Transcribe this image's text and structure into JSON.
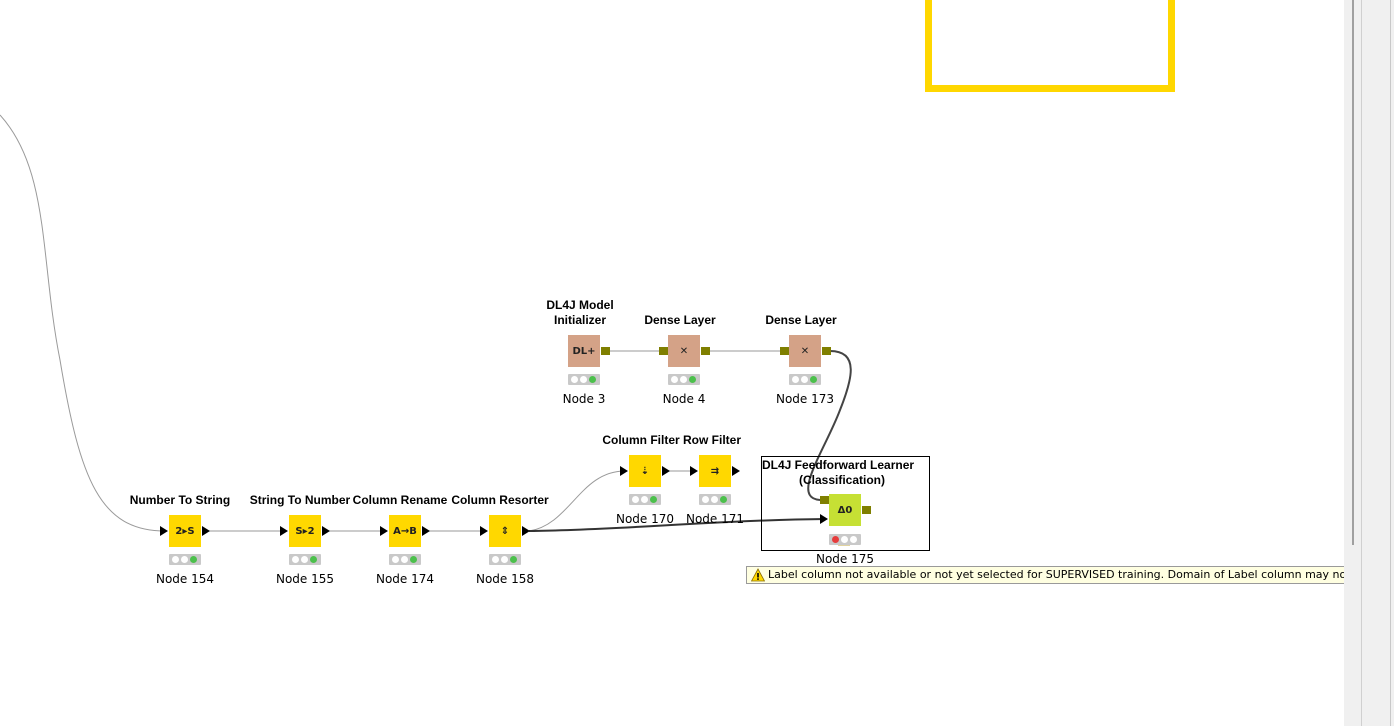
{
  "workflow": {
    "nodes": [
      {
        "id": "n154",
        "title": "Number To String",
        "label": "Node 154",
        "icon": "2▸S",
        "type": "manipulator",
        "status": [
          "idle",
          "idle",
          "executed"
        ]
      },
      {
        "id": "n155",
        "title": "String To Number",
        "label": "Node 155",
        "icon": "S▸2",
        "type": "manipulator",
        "status": [
          "idle",
          "idle",
          "executed"
        ]
      },
      {
        "id": "n174",
        "title": "Column Rename",
        "label": "Node 174",
        "icon": "A→B",
        "type": "manipulator",
        "status": [
          "idle",
          "idle",
          "executed"
        ]
      },
      {
        "id": "n158",
        "title": "Column Resorter",
        "label": "Node 158",
        "icon": "⇕",
        "type": "manipulator",
        "status": [
          "idle",
          "idle",
          "executed"
        ]
      },
      {
        "id": "n170",
        "title": "Column Filter",
        "label": "Node 170",
        "icon": "⇣",
        "type": "manipulator",
        "status": [
          "idle",
          "idle",
          "executed"
        ]
      },
      {
        "id": "n171",
        "title": "Row Filter",
        "label": "Node 171",
        "icon": "⇉",
        "type": "manipulator",
        "status": [
          "idle",
          "idle",
          "executed"
        ]
      },
      {
        "id": "n3",
        "title_line1": "DL4J Model",
        "title_line2": "Initializer",
        "label": "Node 3",
        "icon": "DL+",
        "type": "deeplearning",
        "status": [
          "idle",
          "idle",
          "executed"
        ]
      },
      {
        "id": "n4",
        "title": "Dense Layer",
        "label": "Node 4",
        "icon": "✕",
        "type": "deeplearning",
        "status": [
          "idle",
          "idle",
          "executed"
        ]
      },
      {
        "id": "n173",
        "title": "Dense Layer",
        "label": "Node 173",
        "icon": "✕",
        "type": "deeplearning",
        "status": [
          "idle",
          "idle",
          "executed"
        ]
      },
      {
        "id": "n175",
        "title_line1": "DL4J Feedforward Learner",
        "title_line2": "(Classification)",
        "label": "Node 175",
        "icon": "Δ0",
        "type": "learner",
        "status": [
          "error",
          "idle",
          "idle"
        ],
        "warning": true
      }
    ]
  },
  "tooltip": {
    "text": "Label column not available or not yet selected for SUPERVISED training. Domain of Label column may not be available.",
    "icon": "warning-icon"
  },
  "colors": {
    "manipulator": "#ffd800",
    "deeplearning": "#d4a287",
    "learner": "#c6e034",
    "annotation_border": "#ffd700",
    "tooltip_bg": "#ffffe1"
  }
}
